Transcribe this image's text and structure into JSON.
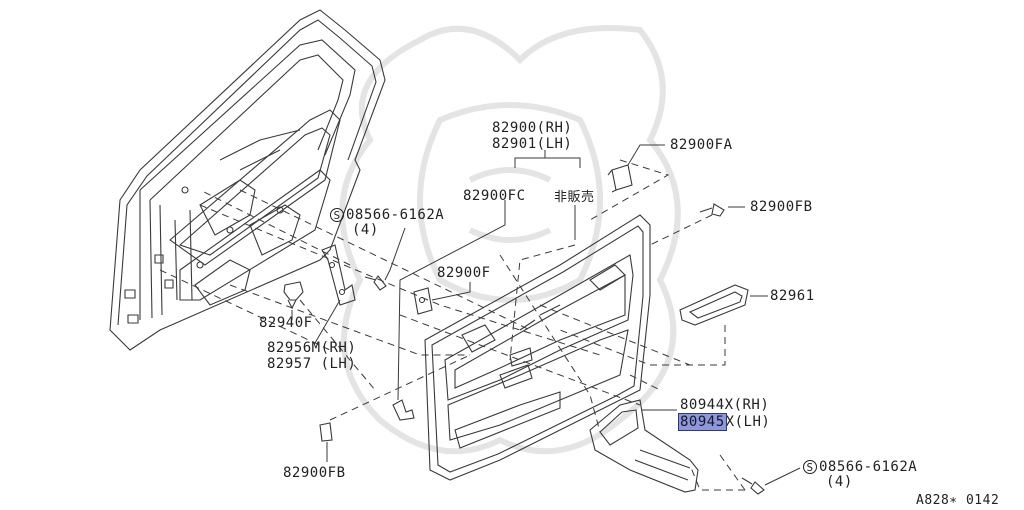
{
  "labels": {
    "p82900_rh": "82900(RH)",
    "p82901_lh": "82901(LH)",
    "p82900fa": "82900FA",
    "p82900fc": "82900FC",
    "not_for_sale": "非販売",
    "p82900fb_top": "82900FB",
    "screw_top_code": "08566-6162A",
    "screw_top_qty": "(4)",
    "p82900f": "82900F",
    "p82961": "82961",
    "p82940f": "82940F",
    "p82956m_rh": "82956M(RH)",
    "p82957_lh": "82957 (LH)",
    "p80944x_rh": "80944X(RH)",
    "p80945_part": "80945",
    "p80945_suffix": "X(LH)",
    "p82900fb_bottom": "82900FB",
    "screw_bottom_code": "08566-6162A",
    "screw_bottom_qty": "(4)",
    "diagram_code": "A828∗ 0142"
  },
  "symbols": {
    "screw_mark": "S"
  },
  "colors": {
    "line": "#3a3a3a",
    "highlight": "#8f97d8",
    "watermark": "#e6e6e6"
  }
}
